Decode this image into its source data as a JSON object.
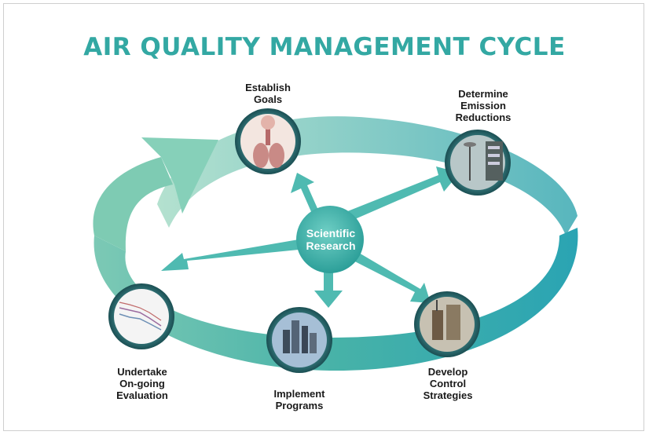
{
  "title": "AIR QUALITY MANAGEMENT CYCLE",
  "center": "Scientific\nResearch",
  "stages": {
    "establish_goals": "Establish\nGoals",
    "determine_reductions": "Determine\nEmission\nReductions",
    "develop_strategies": "Develop\nControl\nStrategies",
    "implement_programs": "Implement\nPrograms",
    "evaluation": "Undertake\nOn-going\nEvaluation"
  },
  "colors": {
    "title": "#33a8a3",
    "ring_light": "#8fd3c4",
    "ring_dark": "#2a9b96",
    "center": "#3fb3ad"
  }
}
